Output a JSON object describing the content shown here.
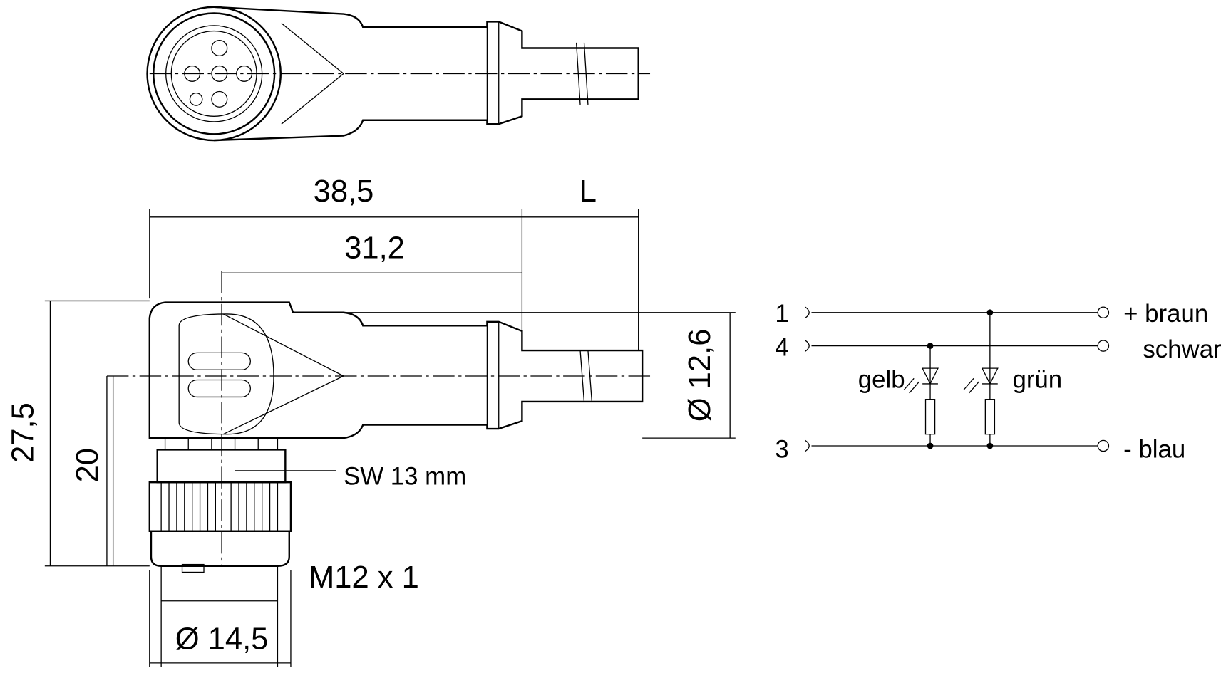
{
  "dimensions": {
    "overall_length": "38,5",
    "cable_length": "L",
    "center_length": "31,2",
    "cable_diameter": "Ø 12,6",
    "total_height": "27,5",
    "center_height": "20",
    "wrench_size": "SW 13 mm",
    "thread": "M12 x 1",
    "nut_diameter": "Ø 14,5"
  },
  "schematic": {
    "pins": [
      "1",
      "4",
      "3"
    ],
    "wires": [
      "+ braun",
      "schwarz",
      "- blau"
    ],
    "leds": [
      "gelb",
      "grün"
    ]
  }
}
